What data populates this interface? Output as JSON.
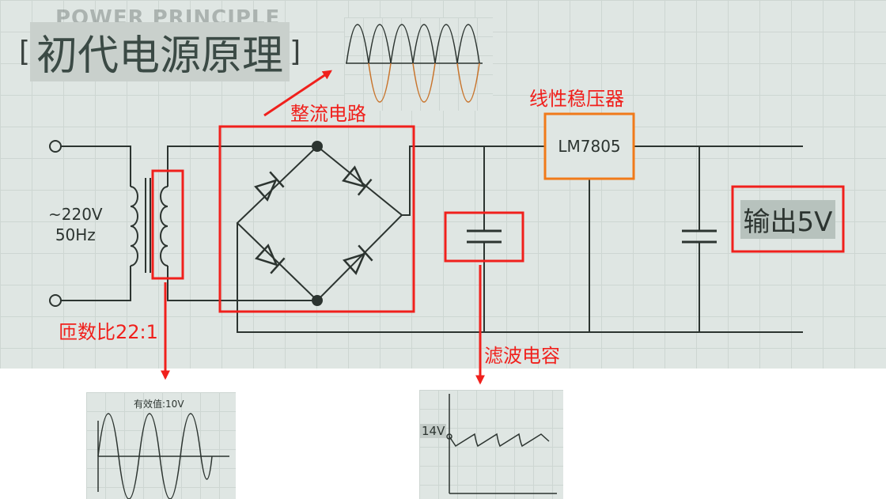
{
  "header": {
    "watermark": "POWER PRINCIPLE",
    "bracket_open": "[",
    "title": "初代电源原理",
    "bracket_close": "]"
  },
  "labels": {
    "rectifier": "整流电路",
    "regulator": "线性稳压器",
    "turns_ratio": "匝数比22:1",
    "filter_cap": "滤波电容",
    "input_voltage": "~220V",
    "input_freq": "50Hz",
    "chip": "LM7805",
    "output": "输出5V"
  },
  "waveforms": {
    "secondary_rms": "有效值:10V",
    "filter_voltage": "14V"
  },
  "colors": {
    "highlight_red": "#f0201c",
    "regulator_orange": "#f07a1a",
    "wire": "#2c3430",
    "rectified_half": "#c8742c"
  },
  "icons": {
    "terminal": "terminal-circle-icon",
    "transformer": "transformer-coil-icon",
    "diode": "diode-icon",
    "capacitor": "capacitor-icon",
    "arrow": "arrow-icon"
  }
}
